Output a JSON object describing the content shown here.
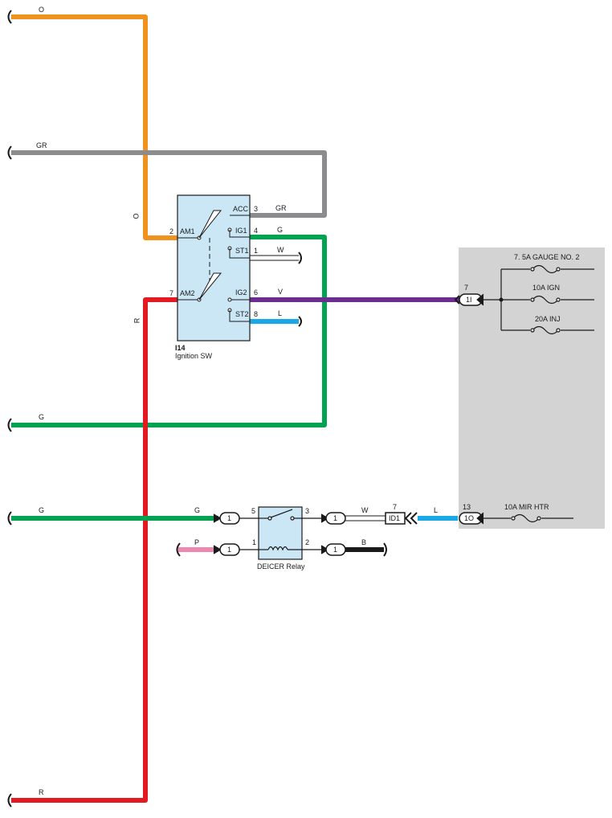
{
  "colors": {
    "orange": "#f0931e",
    "gray": "#8c8c8e",
    "green": "#00a34f",
    "red": "#e21b22",
    "violet": "#6b2d8f",
    "blue": "#18a9e6",
    "pink": "#ec87b0",
    "black": "#1a1a1a",
    "switch_fill": "#cbe7f6",
    "fuse_box_fill": "#d3d3d3"
  },
  "wires": {
    "o_top": "O",
    "gr_top": "GR",
    "o_vertical": "O",
    "r_vertical": "R",
    "g_mid": "G",
    "g_low": "G",
    "g_relay_in": "G",
    "r_bottom": "R",
    "gr_acc": "GR",
    "g_ig1": "G",
    "w_st1": "W",
    "v_ig2": "V",
    "l_st2": "L",
    "p_relay": "P",
    "w_relay": "W",
    "l_relay": "L",
    "b_relay": "B"
  },
  "ignition_switch": {
    "code": "I14",
    "name": "Ignition SW",
    "terminals": {
      "am1": "AM1",
      "am1_pin": "2",
      "am2": "AM2",
      "am2_pin": "7",
      "acc": "ACC",
      "acc_pin": "3",
      "ig1": "IG1",
      "ig1_pin": "4",
      "st1": "ST1",
      "st1_pin": "1",
      "ig2": "IG2",
      "ig2_pin": "6",
      "st2": "ST2",
      "st2_pin": "8"
    }
  },
  "fuse_box": {
    "fuses": [
      "7. 5A GAUGE NO. 2",
      "10A IGN",
      "20A INJ",
      "10A MIR HTR"
    ],
    "pin_upper": "7",
    "connector_upper": "1I",
    "pin_lower": "13",
    "connector_lower": "1O"
  },
  "relay": {
    "name": "DEICER Relay",
    "pin5": "5",
    "pin3": "3",
    "pin1": "1",
    "pin2": "2"
  },
  "connectors": {
    "single": "1",
    "junction_pin": "7",
    "junction": "ID1"
  }
}
